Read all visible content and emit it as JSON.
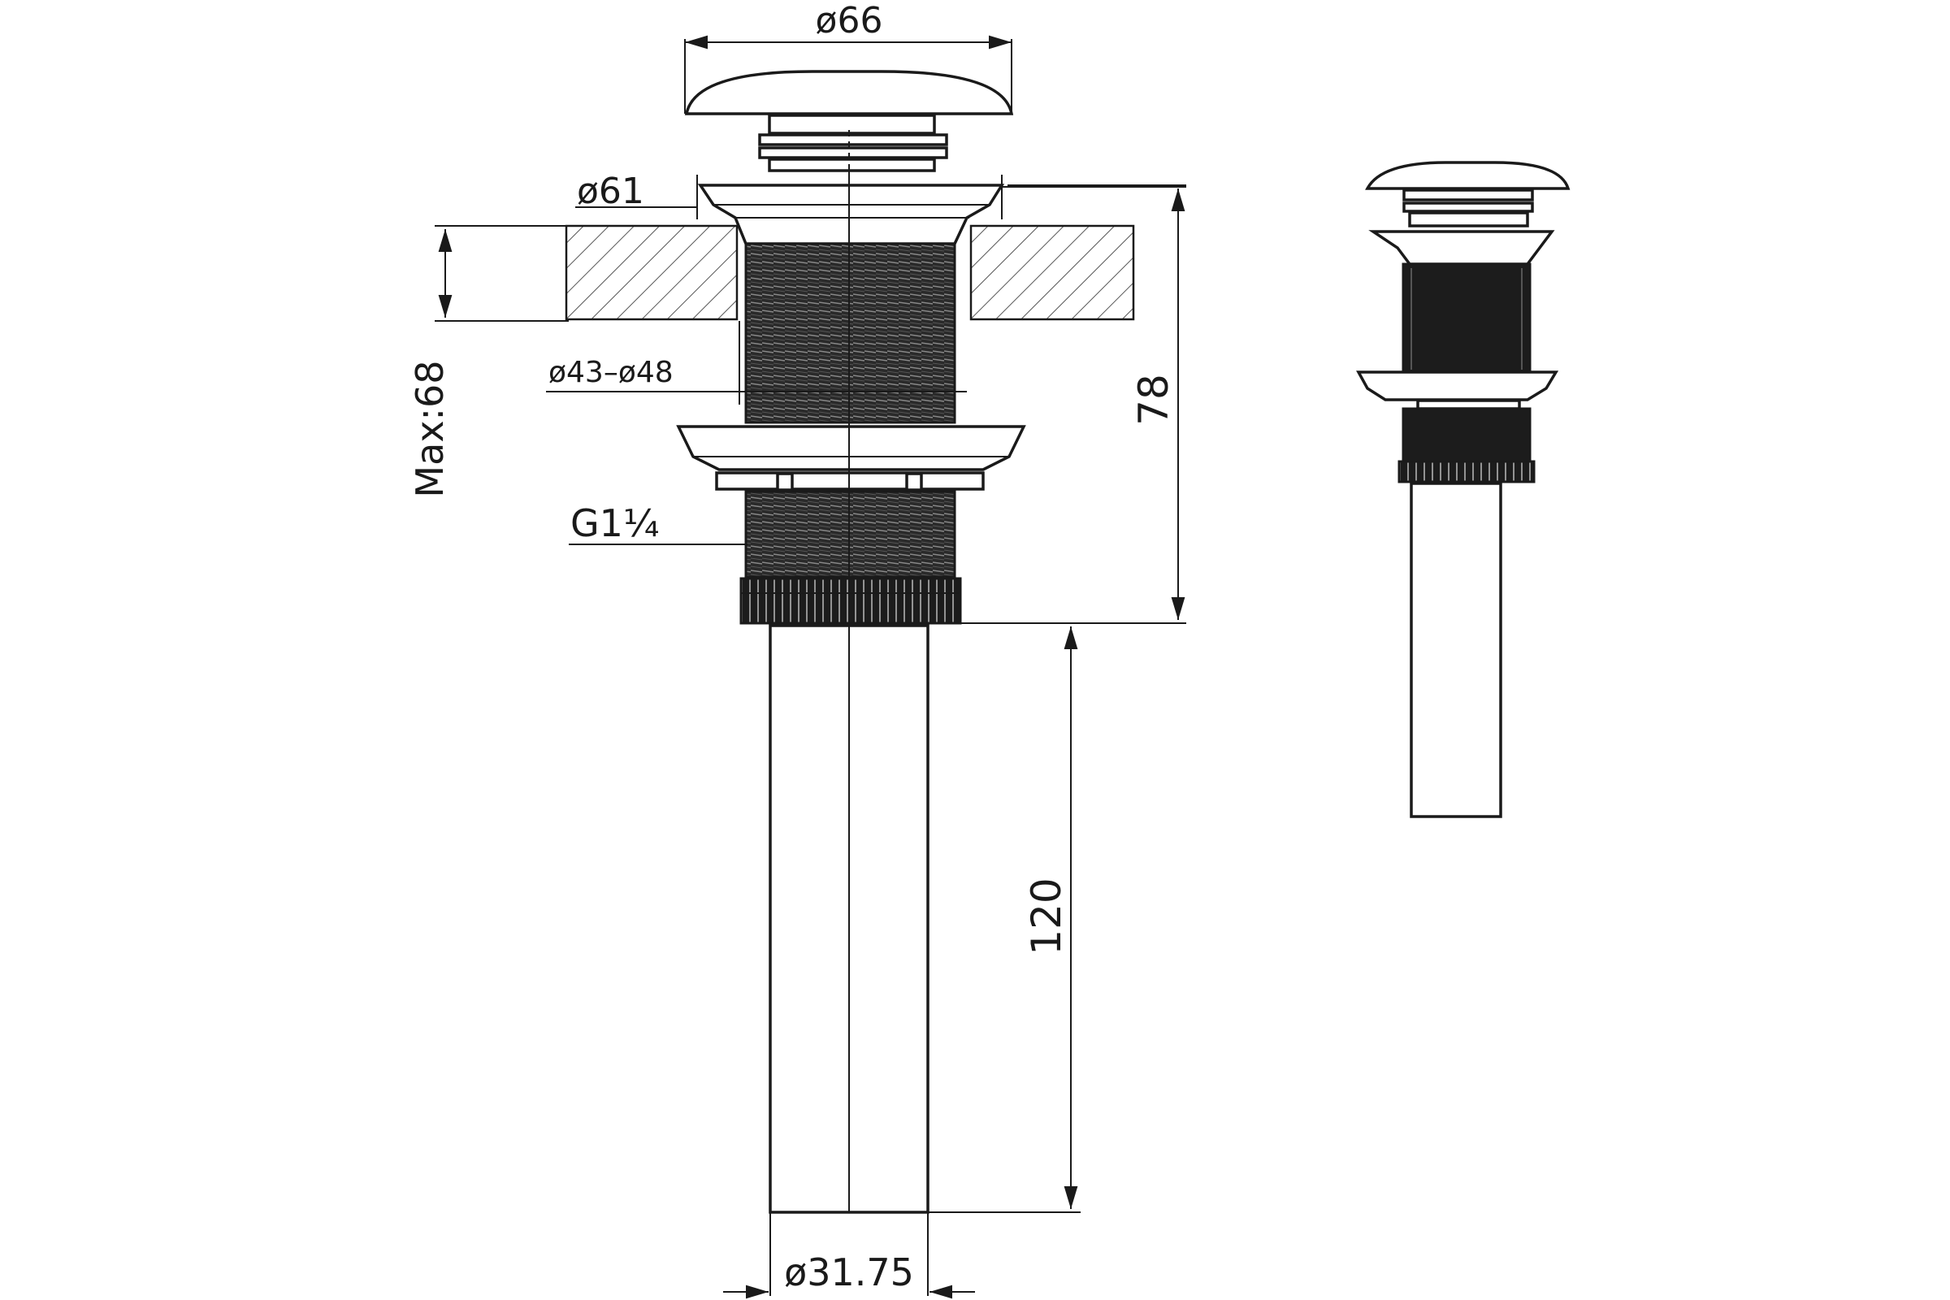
{
  "drawing": {
    "dimensions": {
      "cap_diameter": "ø66",
      "flange_diameter": "ø61",
      "hole_diameter_range": "ø43–ø48",
      "thread_size": "G1¼",
      "max_thickness": "Max:68",
      "body_height": "78",
      "tail_length": "120",
      "tail_diameter": "ø31.75"
    },
    "colors": {
      "line": "#1a1a1a",
      "thread": "#222222",
      "hatch": "#555555",
      "background": "#ffffff"
    }
  }
}
